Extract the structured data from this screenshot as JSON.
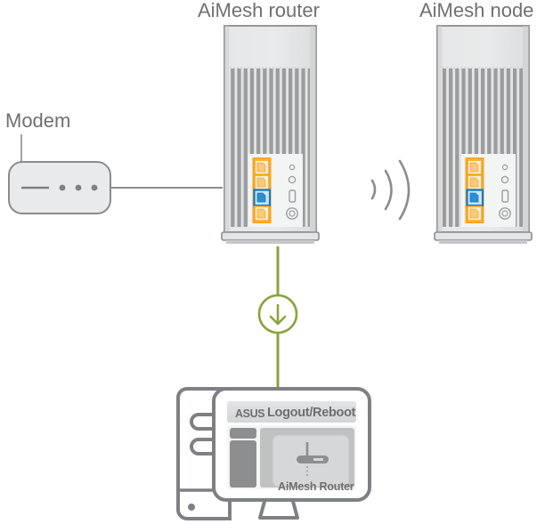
{
  "diagram": {
    "title_router": "AiMesh router",
    "title_node": "AiMesh node",
    "label_modem": "Modem"
  },
  "devices": {
    "modem": {
      "name": "Modem",
      "indicator_dash": "status-dash",
      "indicator_dots": 3
    },
    "router": {
      "name": "AiMesh router",
      "ports": [
        {
          "type": "lan",
          "color": "#f5a623",
          "label": "LAN"
        },
        {
          "type": "lan",
          "color": "#f5a623",
          "label": "LAN"
        },
        {
          "type": "wan",
          "color": "#1878be",
          "label": "WAN"
        },
        {
          "type": "lan",
          "color": "#f5a623",
          "label": "LAN"
        }
      ],
      "side_controls": [
        {
          "type": "led",
          "name": "led-small"
        },
        {
          "type": "led",
          "name": "led-large"
        },
        {
          "type": "usb",
          "name": "usb-port"
        },
        {
          "type": "power",
          "name": "power-jack"
        }
      ]
    },
    "node": {
      "name": "AiMesh node",
      "ports": [
        {
          "type": "lan",
          "color": "#f5a623",
          "label": "LAN"
        },
        {
          "type": "lan",
          "color": "#f5a623",
          "label": "LAN"
        },
        {
          "type": "wan",
          "color": "#1878be",
          "label": "WAN"
        },
        {
          "type": "lan",
          "color": "#f5a623",
          "label": "LAN"
        }
      ],
      "side_controls": [
        {
          "type": "led",
          "name": "led-small"
        },
        {
          "type": "led",
          "name": "led-large"
        },
        {
          "type": "usb",
          "name": "usb-port"
        },
        {
          "type": "power",
          "name": "power-jack"
        }
      ]
    }
  },
  "connections": {
    "wifi_icon": "wifi-waves-icon",
    "ethernet_cable": "ethernet-cable",
    "download_arrow": "download-arrow-icon"
  },
  "computer": {
    "ui": {
      "brand": "ASUS",
      "action": "Logout/Reboot",
      "tile_label": "AiMesh Router",
      "tile_icon": "router-device-icon"
    },
    "tower": {
      "name": "pc-tower",
      "drive_bays": 2,
      "power_button": "power-button-dot"
    },
    "monitor": {
      "name": "monitor",
      "stand": "monitor-stand"
    }
  },
  "colors": {
    "outline_gray": "#8a8c8e",
    "body_light": "#e9eaeb",
    "body_mid": "#d5d7d8",
    "vent_gray": "#9a9c9e",
    "text_gray": "#6f7072",
    "accent_green": "#8aa33e",
    "port_orange": "#f5a623",
    "port_blue": "#1878be",
    "screen_gray": "#8c8e90",
    "white": "#ffffff"
  }
}
